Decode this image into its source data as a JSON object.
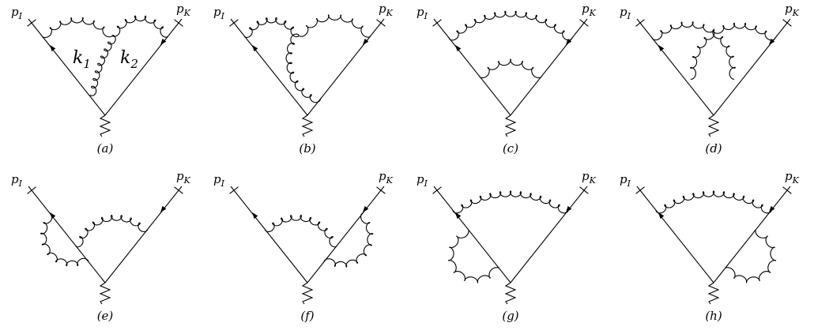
{
  "colors": {
    "stroke": "#000000",
    "background": "#ffffff"
  },
  "momentum_labels": {
    "left": "p",
    "left_sub": "I",
    "right": "p",
    "right_sub": "K"
  },
  "loop_momentum_labels": {
    "k1": "k",
    "k1_sub": "1",
    "k2": "k",
    "k2_sub": "2"
  },
  "panels": [
    {
      "id": "a",
      "caption": "(a)",
      "variant": "crossed-ladder"
    },
    {
      "id": "b",
      "caption": "(b)",
      "variant": "crossed-ladder-reversed"
    },
    {
      "id": "c",
      "caption": "(c)",
      "variant": "nested-rainbow"
    },
    {
      "id": "d",
      "caption": "(d)",
      "variant": "crossed-arcs"
    },
    {
      "id": "e",
      "caption": "(e)",
      "variant": "self-energy-left"
    },
    {
      "id": "f",
      "caption": "(f)",
      "variant": "self-energy-right"
    },
    {
      "id": "g",
      "caption": "(g)",
      "variant": "vertex-with-left-self-energy"
    },
    {
      "id": "h",
      "caption": "(h)",
      "variant": "vertex-with-right-self-energy"
    }
  ]
}
